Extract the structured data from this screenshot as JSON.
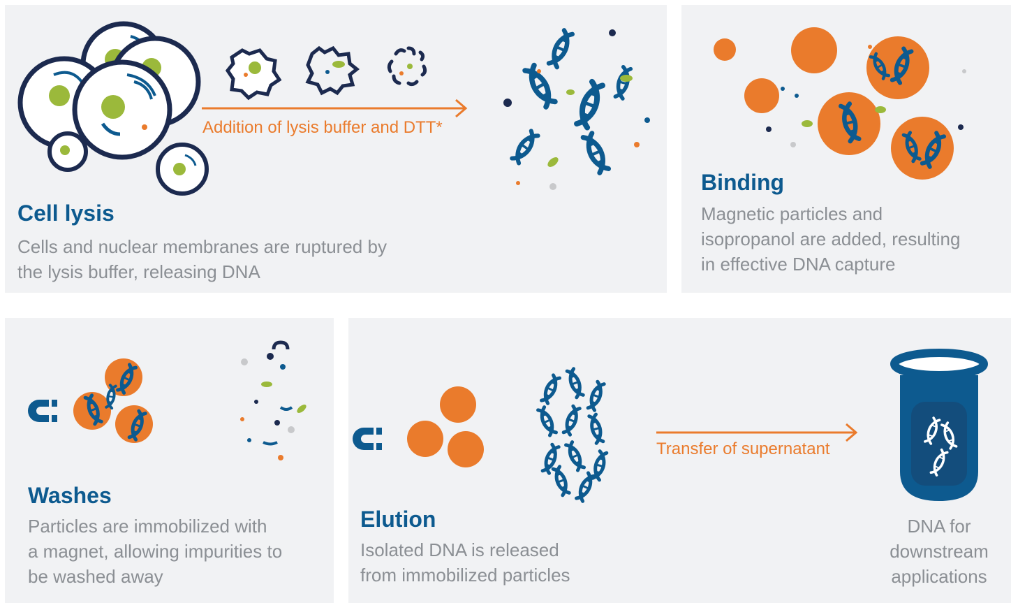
{
  "colors": {
    "panel": "#f1f2f4",
    "navy": "#1c2a4f",
    "blue": "#0d5a8f",
    "orange": "#ea7b2c",
    "green": "#9bb93b",
    "grey": "#8b8f94"
  },
  "cell_lysis": {
    "title": "Cell lysis",
    "description_lines": [
      "Cells and nuclear membranes are ruptured by",
      "the lysis buffer, releasing DNA"
    ],
    "arrow_label": "Addition of lysis buffer and DTT*"
  },
  "binding": {
    "title": "Binding",
    "description_lines": [
      "Magnetic particles and",
      "isopropanol are added, resulting",
      "in effective DNA capture"
    ]
  },
  "washes": {
    "title": "Washes",
    "description_lines": [
      "Particles are immobilized with",
      "a magnet, allowing impurities to",
      "be washed away"
    ]
  },
  "elution": {
    "title": "Elution",
    "description_lines": [
      "Isolated DNA is released",
      "from immobilized particles"
    ],
    "arrow_label": "Transfer of supernatant",
    "result_lines": [
      "DNA for",
      "downstream",
      "applications"
    ]
  },
  "icons": [
    "cell-icon",
    "ruptured-cell-icon",
    "dna-icon",
    "magnetic-particle-icon",
    "magnet-icon",
    "tube-icon"
  ]
}
